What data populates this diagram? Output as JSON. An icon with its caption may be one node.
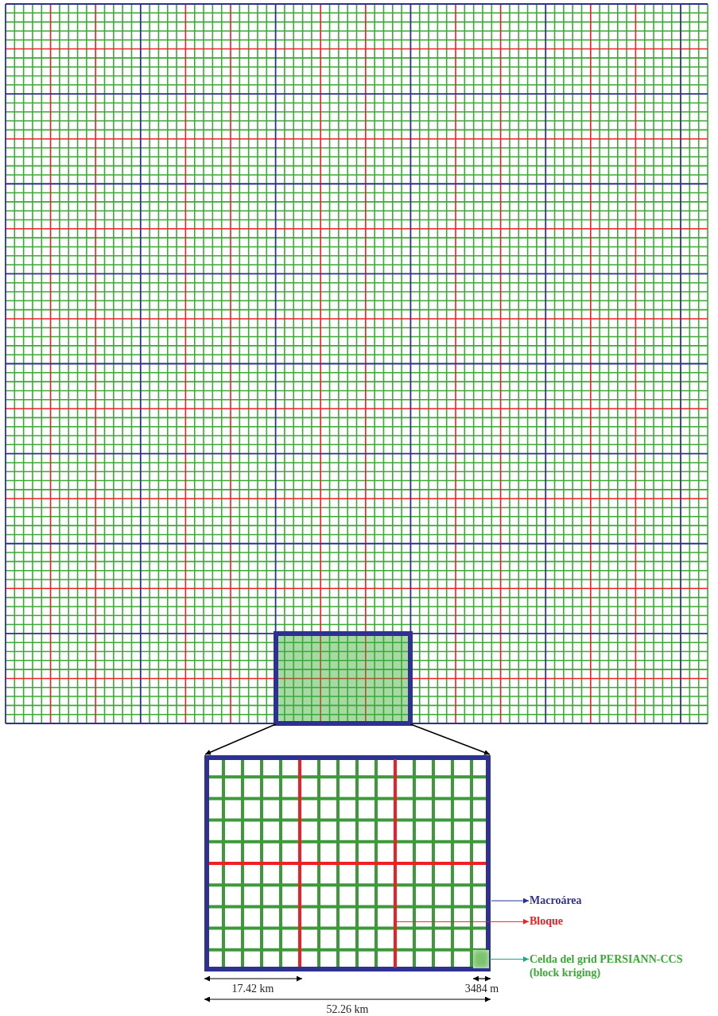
{
  "diagram": {
    "nodes": [
      {
        "text": [],
        "shape": "box"
      },
      {
        "text": [],
        "shape": "box"
      },
      {
        "text": [],
        "shape": "bar",
        "in": 1
      },
      {
        "text": [],
        "shape": "box",
        "in": 1
      },
      {
        "text": [
          "Macroárea"
        ]
      },
      {
        "text": [
          "Bloque"
        ]
      },
      {
        "text": [
          "Celda del grid PERSIANN-CCS (block kriging)"
        ]
      }
    ],
    "edges": [
      {
        "from": 0,
        "to": 1,
        "arrow": "to"
      },
      {
        "from": 0,
        "to": 1,
        "arrow": "to"
      },
      {
        "from": 1,
        "to": 4,
        "arrow": "to",
        "color": "#2e3192"
      },
      {
        "from": 2,
        "to": 5,
        "arrow": "to",
        "color": "#ed2024"
      },
      {
        "from": 3,
        "to": 6,
        "arrow": "to",
        "color": "#1fa58a"
      }
    ],
    "labels": [
      "17.42 km",
      "3484 m",
      "52.26 km"
    ]
  }
}
